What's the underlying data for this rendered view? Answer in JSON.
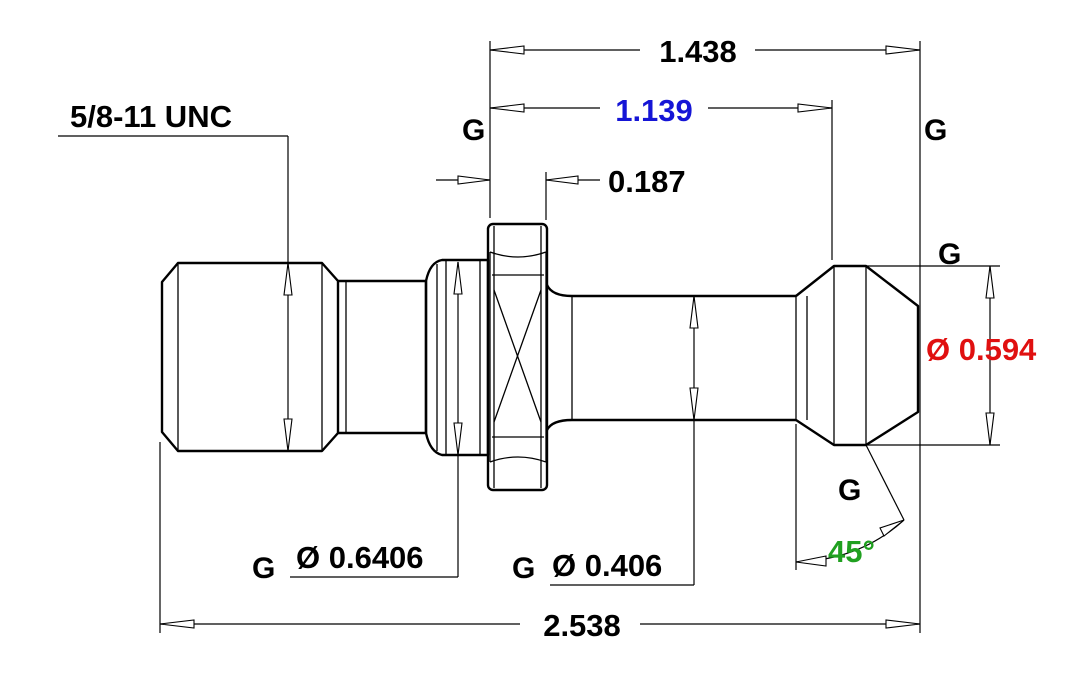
{
  "colors": {
    "outline": "#000000",
    "dim_black": "#000000",
    "dim_blue": "#1515d6",
    "dim_red": "#e01010",
    "dim_green": "#20a020",
    "background": "#ffffff"
  },
  "dimensions": {
    "overall_length": "2.538",
    "length_1438": "1.438",
    "length_1139": "1.139",
    "flange_width": "0.187",
    "thread": "5/8-11 UNC",
    "dia_0594": "Ø 0.594",
    "dia_06406": "Ø 0.6406",
    "dia_0406": "Ø 0.406",
    "angle": "45°"
  },
  "grind_marks": {
    "symbol": "G"
  }
}
